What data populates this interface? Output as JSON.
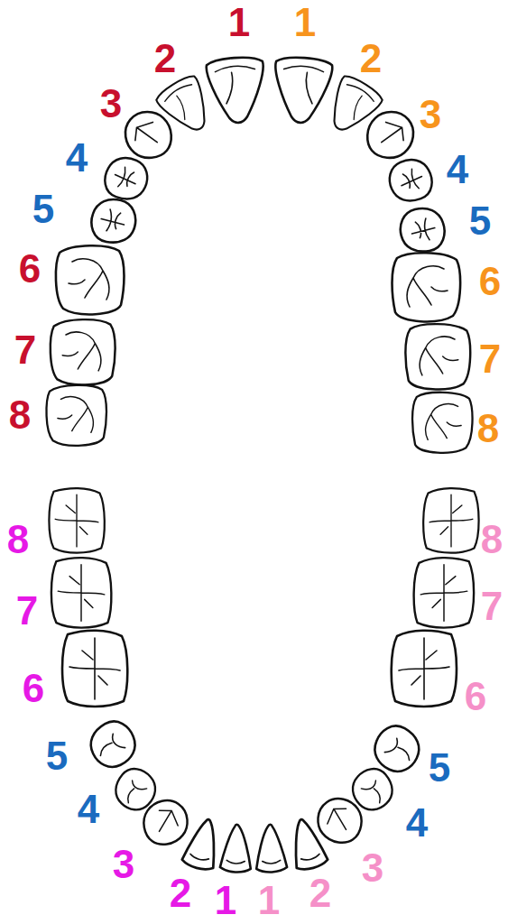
{
  "diagram": {
    "labels": [
      "1",
      "1",
      "2",
      "2",
      "3",
      "3",
      "4",
      "4",
      "5",
      "5",
      "6",
      "6",
      "7",
      "7",
      "8",
      "8",
      "8",
      "8",
      "7",
      "7",
      "6",
      "6",
      "5",
      "5",
      "4",
      "4",
      "3",
      "3",
      "2",
      "2",
      "1",
      "1"
    ]
  }
}
